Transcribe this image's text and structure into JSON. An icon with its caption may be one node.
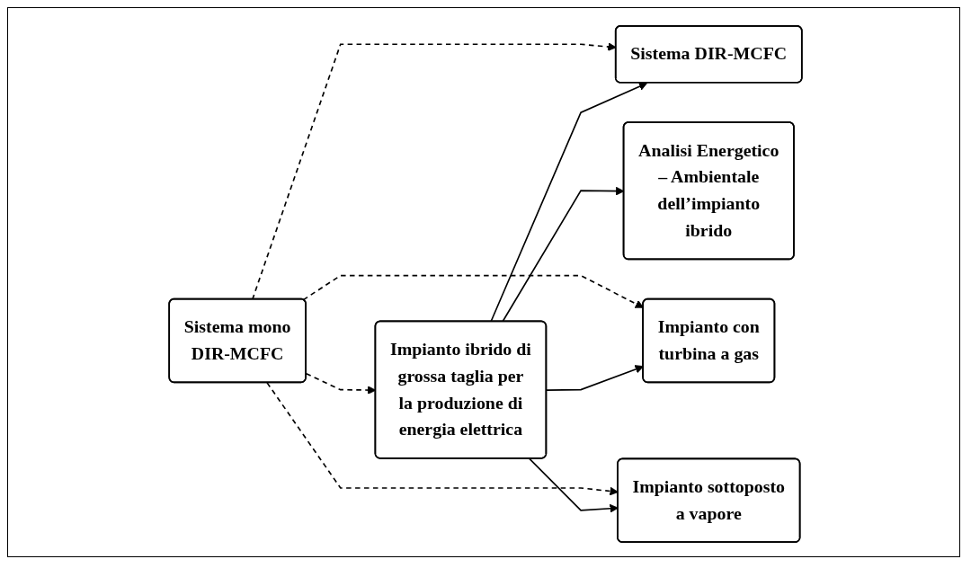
{
  "diagram": {
    "nodes": [
      {
        "text": [
          "Impianto ibrido di grossa taglia per la produzione di energia elettrica"
        ]
      },
      {
        "text": [
          "Analisi Energetico – Ambientale dell’impianto ibrido"
        ]
      },
      {
        "text": [
          "Sistema DIR-MCFC"
        ]
      },
      {
        "text": [
          "Impianto con turbina a gas"
        ]
      },
      {
        "text": [
          "Impianto sottoposto a vapore"
        ]
      },
      {
        "text": [
          "Sistema mono DIR-MCFC"
        ]
      }
    ],
    "edges": [
      {
        "from": 0,
        "to": 2,
        "arrow": "to"
      },
      {
        "from": 0,
        "to": 3,
        "arrow": "to"
      },
      {
        "from": 0,
        "to": 4,
        "arrow": "to"
      },
      {
        "from": 0,
        "to": 1,
        "arrow": "to"
      },
      {
        "from": 5,
        "to": 0,
        "arrow": "to",
        "style": "dashed"
      },
      {
        "from": 5,
        "to": 2,
        "arrow": "to",
        "style": "dashed"
      },
      {
        "from": 5,
        "to": 3,
        "arrow": "to",
        "style": "dashed"
      },
      {
        "from": 5,
        "to": 4,
        "arrow": "to",
        "style": "dashed"
      }
    ]
  }
}
